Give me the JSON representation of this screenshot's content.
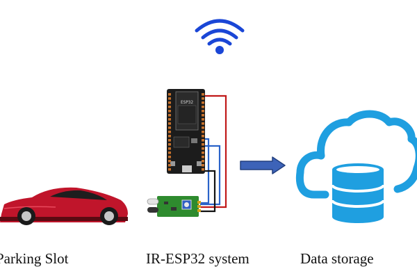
{
  "labels": {
    "parking_slot": "Parking Slot",
    "ir_esp32_system": "IR-ESP32 system",
    "data_storage": "Data storage"
  },
  "board_marking": "ESP32",
  "colors": {
    "wifi": "#1a46d6",
    "cloud_outline": "#1f9fe0",
    "arrow_fill": "#3d63b8",
    "arrow_stroke": "#23407f",
    "board": "#1c1c1c",
    "pin_orange": "#c8722c",
    "sensor_pcb": "#2e8b2e",
    "car_red": "#c0152b",
    "wire_red": "#c01818",
    "wire_blue": "#2a63c9",
    "wire_black": "#111111"
  },
  "icons": [
    "wifi-icon",
    "car-icon",
    "esp32-board-icon",
    "ir-sensor-icon",
    "arrow-right-icon",
    "cloud-icon",
    "database-icon"
  ]
}
